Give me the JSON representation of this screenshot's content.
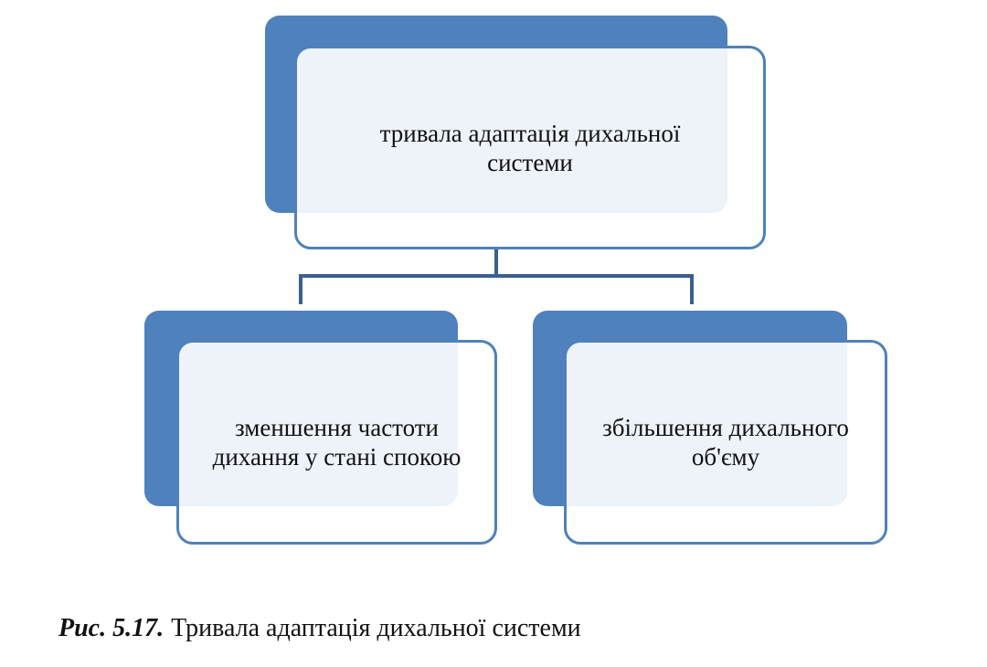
{
  "diagram": {
    "root": {
      "label": "тривала адаптація дихальної системи"
    },
    "children": [
      {
        "label": "зменшення частоти дихання у стані спокою"
      },
      {
        "label": "збільшення дихального об'єму"
      }
    ]
  },
  "caption": {
    "figure_number": "Рис. 5.17.",
    "text": "Тривала адаптація дихальної системи"
  },
  "colors": {
    "accent": "#4f81bd"
  }
}
